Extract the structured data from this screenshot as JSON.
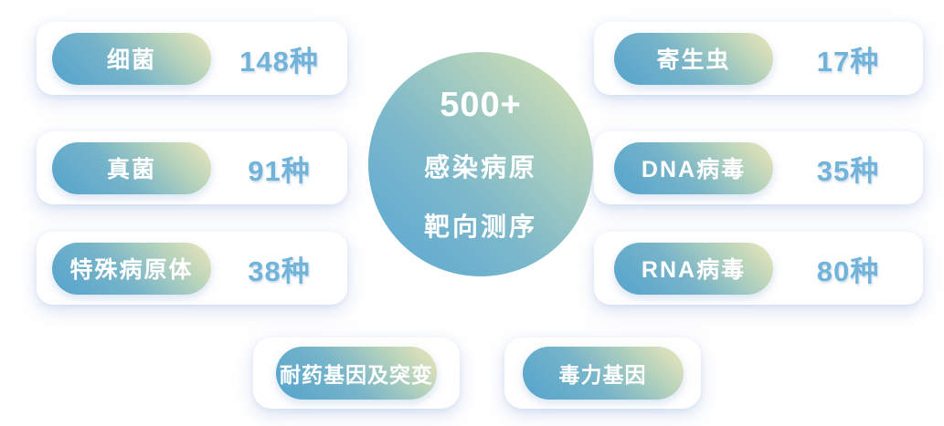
{
  "center_circle": {
    "line1": "500+",
    "line2": "感染病原",
    "line3": "靶向测序"
  },
  "left_column": [
    {
      "label": "细菌",
      "count": "148种"
    },
    {
      "label": "真菌",
      "count": "91种"
    },
    {
      "label": "特殊病原体",
      "count": "38种"
    }
  ],
  "right_column": [
    {
      "label": "寄生虫",
      "count": "17种"
    },
    {
      "label": "DNA病毒",
      "count": "35种"
    },
    {
      "label": "RNA病毒",
      "count": "80种"
    }
  ],
  "bottom_row": [
    {
      "label": "耐药基因及突变"
    },
    {
      "label": "毒力基因"
    }
  ],
  "colors": {
    "pill_gradient_start": "#54a3cd",
    "pill_gradient_end": "#ede6b8",
    "circle_gradient_start": "#58a6d2",
    "circle_gradient_end": "#dfe6ae",
    "count_text": "#72b3da",
    "pill_text": "#ffffff",
    "card_background": "#ffffff",
    "page_background": "#ffffff"
  }
}
